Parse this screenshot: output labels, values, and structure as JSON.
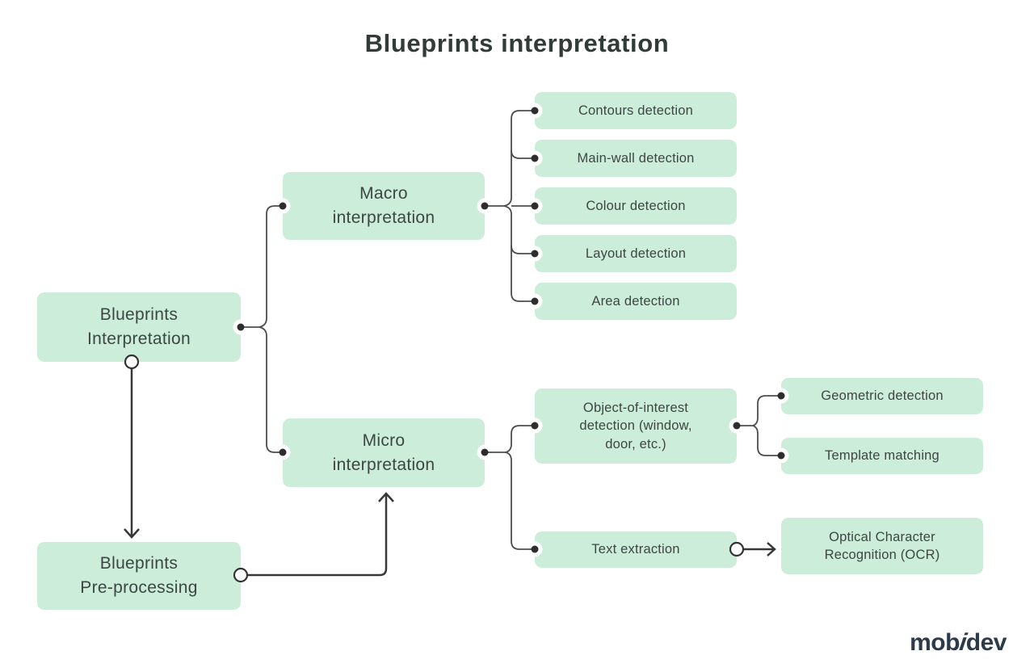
{
  "title": "Blueprints interpretation",
  "diagram": {
    "nodes": {
      "blueprints_interpretation": {
        "label": "Blueprints\nInterpretation"
      },
      "blueprints_preprocessing": {
        "label": "Blueprints\nPre-processing"
      },
      "macro_interpretation": {
        "label": "Macro\ninterpretation"
      },
      "micro_interpretation": {
        "label": "Micro\ninterpretation"
      },
      "contours_detection": {
        "label": "Contours detection"
      },
      "main_wall_detection": {
        "label": "Main-wall detection"
      },
      "colour_detection": {
        "label": "Colour detection"
      },
      "layout_detection": {
        "label": "Layout detection"
      },
      "area_detection": {
        "label": "Area detection"
      },
      "object_of_interest_detection": {
        "label": "Object-of-interest\ndetection (window,\ndoor, etc.)"
      },
      "text_extraction": {
        "label": "Text extraction"
      },
      "geometric_detection": {
        "label": "Geometric detection"
      },
      "template_matching": {
        "label": "Template matching"
      },
      "ocr": {
        "label": "Optical Character\nRecognition (OCR)"
      }
    },
    "colors": {
      "node_fill": "#cbedd9",
      "node_text": "#3e4644",
      "connector": "#4c4c4c",
      "title_text": "#333b39",
      "logo_text": "#2d3a49",
      "background": "#ffffff"
    }
  },
  "logo": {
    "part1": "mob",
    "part2": "i",
    "part3": "dev"
  }
}
